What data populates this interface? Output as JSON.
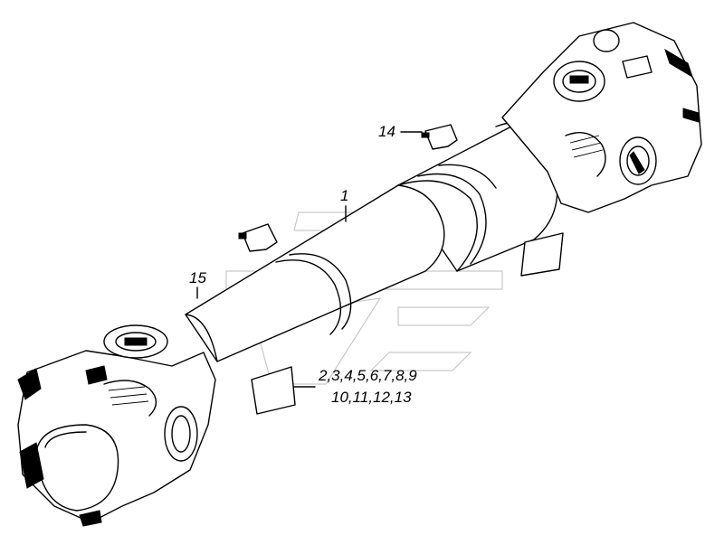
{
  "labels": {
    "shaft": "1",
    "bolts": "2,3,4,5,6,7,8,9",
    "nuts": "10,11,12,13",
    "bracket": "14",
    "tube": "15"
  }
}
